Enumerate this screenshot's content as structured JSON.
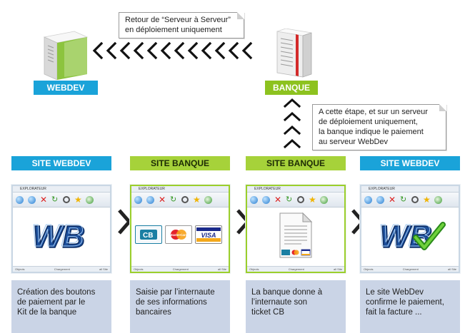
{
  "callout_top": {
    "line1": "Retour de “Serveur à Serveur”",
    "line2": "en déploiement uniquement"
  },
  "callout_right": {
    "line1": "A cette étape, et sur un serveur",
    "line2": "de déploiement uniquement,",
    "line3": "la banque indique le paiement",
    "line4": "au serveur WebDev"
  },
  "servers": {
    "webdev_label": "WEBDEV",
    "banque_label": "BANQUE"
  },
  "browser": {
    "title": "EXPLORATEUR",
    "status_left": "Objects",
    "status_mid": "Chargement",
    "status_right": "all Site"
  },
  "steps": [
    {
      "header": "SITE WEBDEV",
      "desc": [
        "Création des boutons",
        "de paiement par le",
        "Kit de la banque"
      ]
    },
    {
      "header": "SITE BANQUE",
      "desc": [
        "Saisie par l’internaute",
        "de ses informations",
        "bancaires"
      ]
    },
    {
      "header": "SITE BANQUE",
      "desc": [
        "La banque donne à",
        "l’internaute son",
        "ticket CB"
      ]
    },
    {
      "header": "SITE WEBDEV",
      "desc": [
        "Le site WebDev",
        "confirme le paiement,",
        "fait la facture ..."
      ]
    }
  ],
  "cards": {
    "mastercard": "MasterCard",
    "visa": "VISA"
  },
  "colors": {
    "blue": "#1aa3d9",
    "green": "#a6d23a",
    "desc_bg": "#cad4e6"
  }
}
